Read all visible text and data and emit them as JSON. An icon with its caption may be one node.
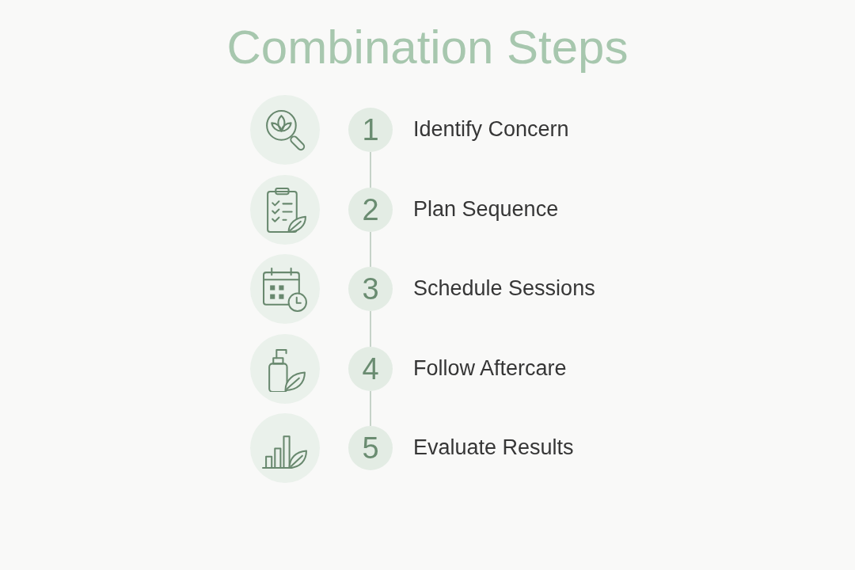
{
  "diagram": {
    "title": "Combination Steps",
    "nodes": [
      {
        "text": [],
        "shape": "picture"
      },
      {
        "text": [
          "1"
        ],
        "beside": [
          "Identify Concern"
        ]
      },
      {
        "text": [],
        "shape": "picture"
      },
      {
        "text": [
          "2"
        ],
        "beside": [
          "Plan Sequence"
        ]
      },
      {
        "text": [],
        "shape": "picture"
      },
      {
        "text": [
          "3"
        ],
        "beside": [
          "Schedule Sessions"
        ]
      },
      {
        "text": [],
        "shape": "picture"
      },
      {
        "text": [
          "4"
        ],
        "beside": [
          "Follow Aftercare"
        ]
      },
      {
        "text": [],
        "shape": "picture"
      },
      {
        "text": [
          "5"
        ],
        "beside": [
          "Evaluate Results"
        ]
      }
    ],
    "edges": [
      {
        "from": 1,
        "to": 3,
        "arrow": "none"
      },
      {
        "from": 3,
        "to": 5,
        "arrow": "none"
      },
      {
        "from": 5,
        "to": 7,
        "arrow": "none"
      },
      {
        "from": 7,
        "to": 9,
        "arrow": "none"
      }
    ]
  }
}
